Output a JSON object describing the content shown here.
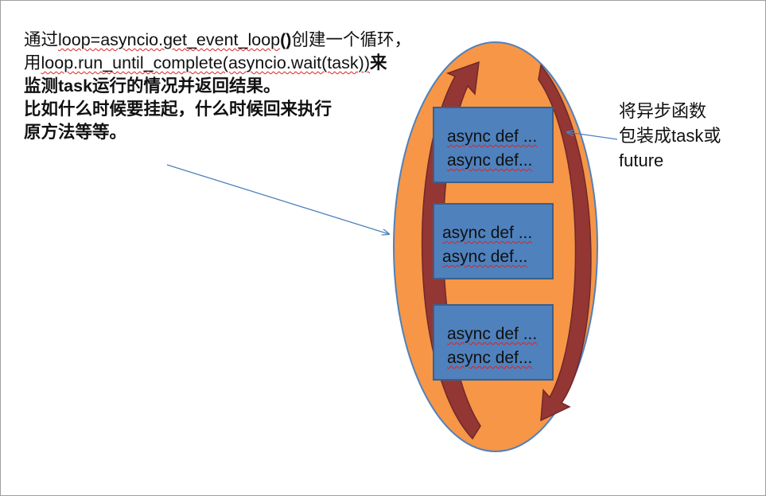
{
  "left_text": {
    "line1_a": "通过",
    "line1_code": "loop=asyncio.get_event_loop",
    "line1_paren": "()",
    "line1_b": "创建一个循环，",
    "line2_a": "用",
    "line2_code": "loop.run_until_complete(asyncio.wait(task))",
    "line2_b": "来",
    "line3": "监测task运行的情况并返回结果。",
    "line4": "比如什么时候要挂起，什么时候回来执行",
    "line5": "原方法等等。"
  },
  "right_note": {
    "line1": "将异步函数",
    "line2": "包装成task或",
    "line3": "future"
  },
  "boxes": [
    {
      "line1": "async def ...",
      "line2": "async def..."
    },
    {
      "line1": "async def ...",
      "line2": "async def..."
    },
    {
      "line1": "async def ...",
      "line2": "async def..."
    }
  ],
  "colors": {
    "ellipse_fill": "#f79646",
    "ellipse_stroke": "#4f81bd",
    "box_fill": "#4f81bd",
    "loop_arrow": "#943634",
    "pointer_arrow": "#4f81bd"
  }
}
